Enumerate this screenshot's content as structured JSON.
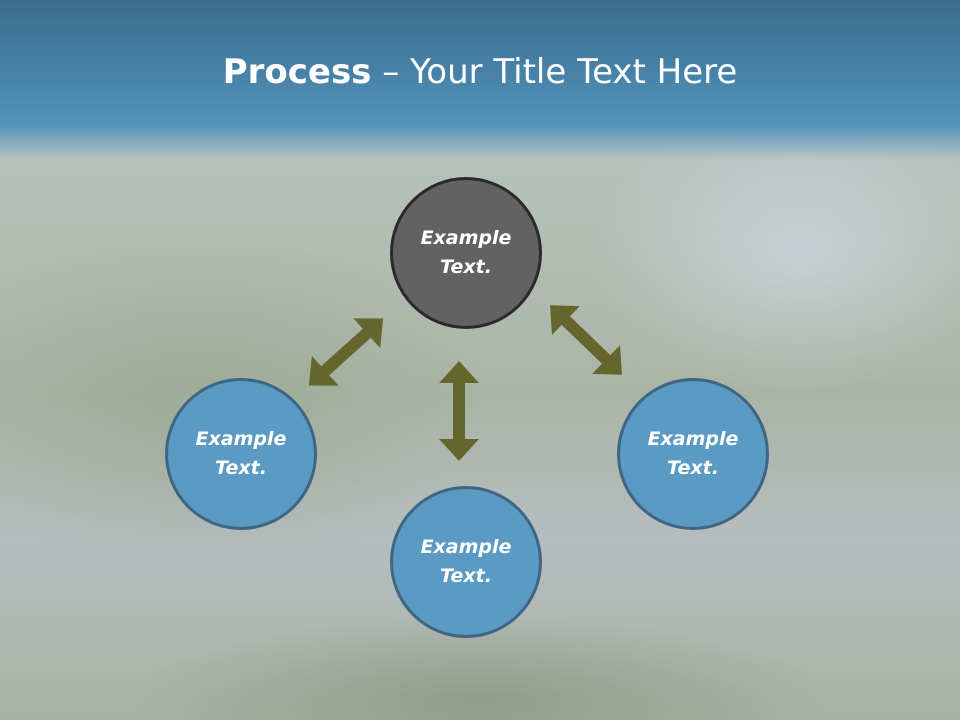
{
  "title": {
    "bold": "Process",
    "rest": " – Your Title Text Here"
  },
  "nodes": [
    {
      "id": "top",
      "label": "Example Text."
    },
    {
      "id": "left",
      "label": "Example Text."
    },
    {
      "id": "right",
      "label": "Example Text."
    },
    {
      "id": "bottom",
      "label": "Example Text."
    }
  ],
  "colors": {
    "arrow": "#65652e",
    "node": "#5b9ac3",
    "center": "#626262",
    "header": "#4a86ad"
  }
}
